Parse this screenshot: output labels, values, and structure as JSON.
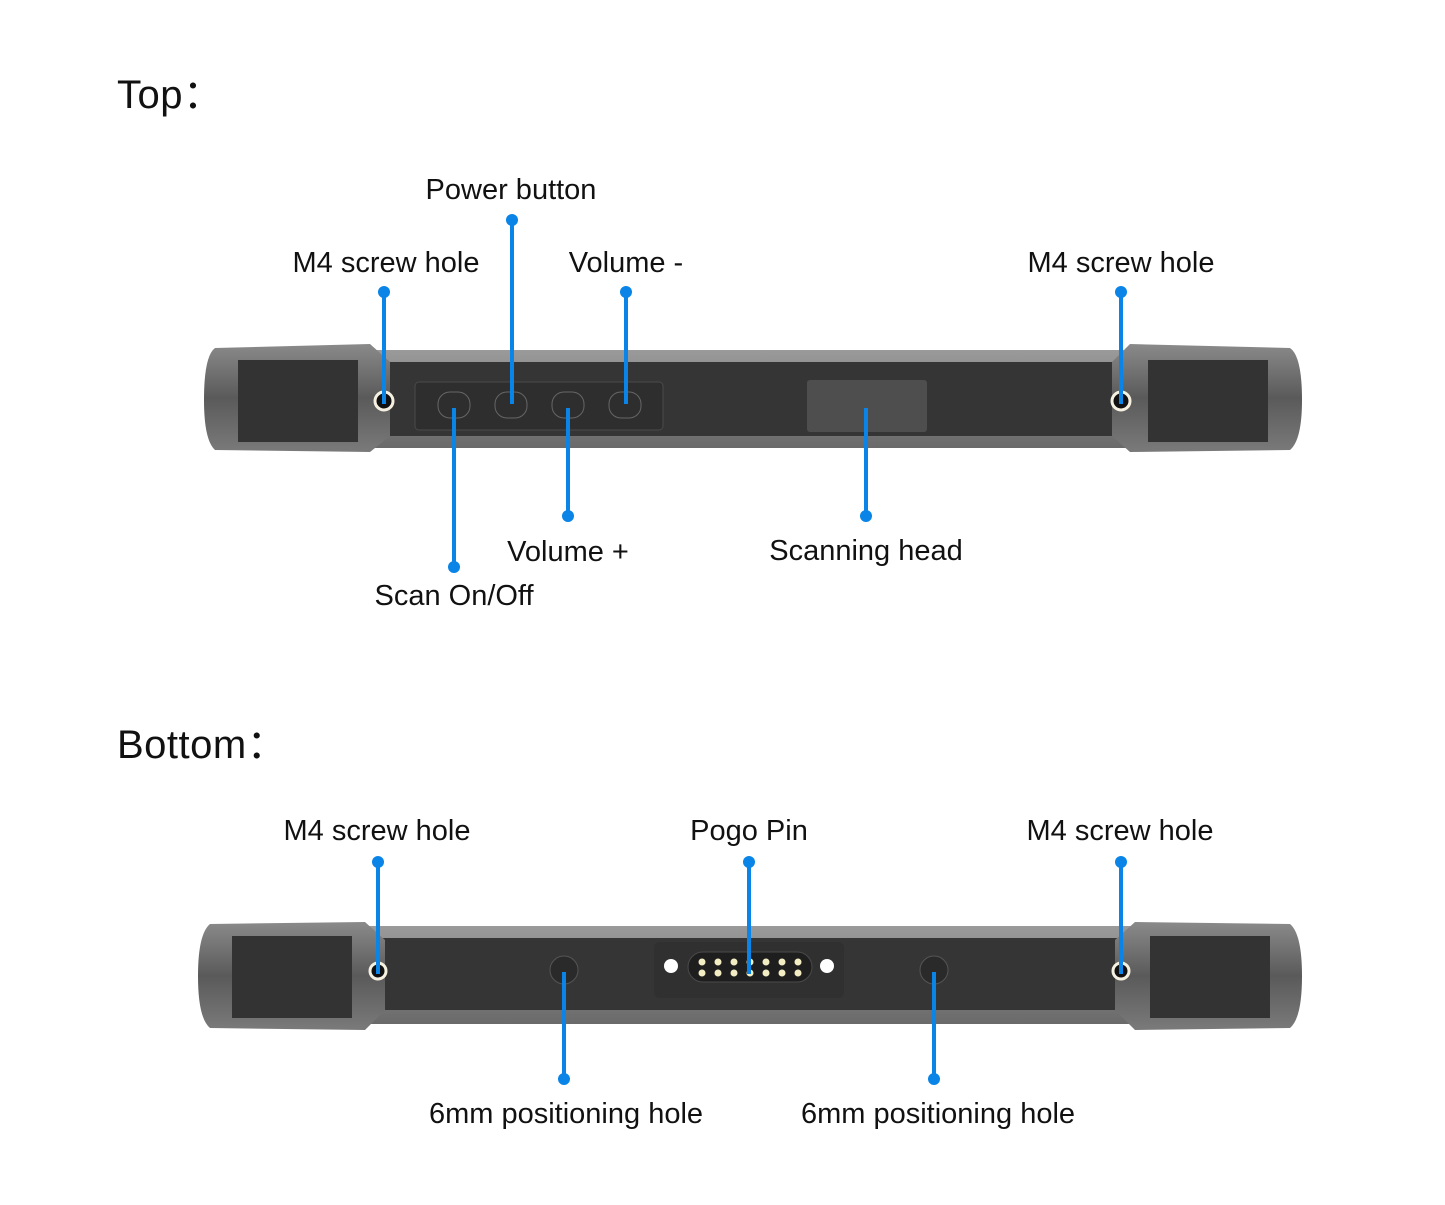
{
  "top": {
    "title": "Top：",
    "labels": {
      "power_button": "Power button",
      "m4_left": "M4 screw hole",
      "volume_minus": "Volume -",
      "m4_right": "M4 screw hole",
      "volume_plus": "Volume +",
      "scanning_head": "Scanning head",
      "scan_onoff": "Scan On/Off"
    }
  },
  "bottom": {
    "title": "Bottom：",
    "labels": {
      "m4_left": "M4 screw hole",
      "pogo_pin": "Pogo Pin",
      "m4_right": "M4 screw hole",
      "positioning_left": "6mm positioning hole",
      "positioning_right": "6mm positioning hole"
    }
  },
  "colors": {
    "callout": "#0a84e6",
    "body_dark": "#333333",
    "body_gray": "#6b6b6b"
  }
}
